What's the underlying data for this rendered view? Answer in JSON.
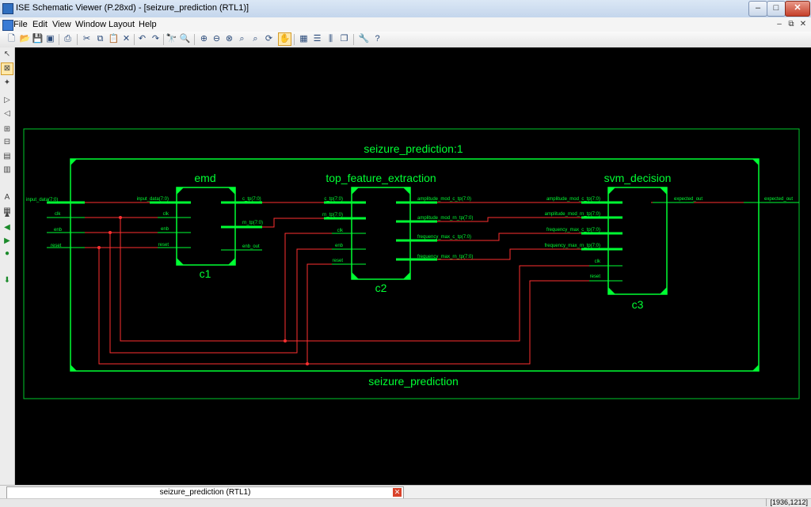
{
  "window": {
    "title": "ISE Schematic Viewer (P.28xd) - [seizure_prediction (RTL1)]",
    "minimize": "–",
    "maximize": "□",
    "close": "✕"
  },
  "menu": {
    "items": [
      "File",
      "Edit",
      "View",
      "Window",
      "Layout",
      "Help"
    ],
    "mdi_minimize": "–",
    "mdi_restore": "⧉",
    "mdi_close": "✕"
  },
  "toolbar_icons": [
    {
      "name": "new-icon",
      "glyph": "🗋"
    },
    {
      "name": "open-icon",
      "glyph": "📂"
    },
    {
      "name": "save-icon",
      "glyph": "💾"
    },
    {
      "name": "save-all-icon",
      "glyph": "▣"
    },
    {
      "name": "print-icon",
      "glyph": "⎙"
    },
    {
      "name": "cut-icon",
      "glyph": "✂"
    },
    {
      "name": "copy-icon",
      "glyph": "⧉"
    },
    {
      "name": "paste-icon",
      "glyph": "📋"
    },
    {
      "name": "delete-icon",
      "glyph": "✕"
    },
    {
      "name": "undo-icon",
      "glyph": "↶"
    },
    {
      "name": "redo-icon",
      "glyph": "↷"
    },
    {
      "name": "find-icon",
      "glyph": "🔭"
    },
    {
      "name": "find-next-icon",
      "glyph": "🔍"
    },
    {
      "name": "zoom-in-icon",
      "glyph": "⊕"
    },
    {
      "name": "zoom-out-icon",
      "glyph": "⊖"
    },
    {
      "name": "zoom-full-icon",
      "glyph": "⊗"
    },
    {
      "name": "zoom-area-icon",
      "glyph": "⌕"
    },
    {
      "name": "zoom-selection-icon",
      "glyph": "⌕"
    },
    {
      "name": "refresh-icon",
      "glyph": "⟳"
    },
    {
      "name": "pan-icon",
      "glyph": "✋"
    },
    {
      "name": "tile-icon",
      "glyph": "▦"
    },
    {
      "name": "tile-horizontal-icon",
      "glyph": "☰"
    },
    {
      "name": "tile-vertical-icon",
      "glyph": "⫼"
    },
    {
      "name": "cascade-icon",
      "glyph": "❐"
    },
    {
      "name": "tools-icon",
      "glyph": "🔧"
    },
    {
      "name": "help-icon",
      "glyph": "?"
    }
  ],
  "left_tools": [
    {
      "name": "select-icon",
      "glyph": "↖"
    },
    {
      "name": "net-select-icon",
      "glyph": "⊠"
    },
    {
      "name": "hierarchy-icon",
      "glyph": "✦"
    },
    {
      "name": "push-into-icon",
      "glyph": "▷"
    },
    {
      "name": "pop-out-icon",
      "glyph": "◁"
    },
    {
      "name": "add-instance-icon",
      "glyph": "⊞"
    },
    {
      "name": "add-pin-icon",
      "glyph": "⊟"
    },
    {
      "name": "delete-object-icon",
      "glyph": "▤"
    },
    {
      "name": "view-object-icon",
      "glyph": "▥"
    },
    {
      "name": "label-icon",
      "glyph": "A"
    },
    {
      "name": "property-icon",
      "glyph": "▦"
    },
    {
      "name": "move-up-icon",
      "glyph": "▲"
    },
    {
      "name": "back-icon",
      "glyph": "◀"
    },
    {
      "name": "forward-icon",
      "glyph": "▶"
    },
    {
      "name": "home-icon",
      "glyph": "●"
    },
    {
      "name": "export-icon",
      "glyph": "⬇"
    }
  ],
  "schematic": {
    "outer_title": "seizure_prediction:1",
    "outer_bottom": "seizure_prediction",
    "colors": {
      "block": "#00ff33",
      "net": "#ff3030",
      "bus": "#00ff33",
      "background": "#000000"
    },
    "top_ports_in": [
      "input_data(7:0)",
      "clk",
      "enb",
      "reset"
    ],
    "top_port_out": "expected_out",
    "blocks": [
      {
        "title": "emd",
        "instance": "c1",
        "inputs": [
          "input_data(7:0)",
          "clk",
          "enb",
          "reset"
        ],
        "outputs": [
          "c_tp(7:0)",
          "rn_tp(7:0)",
          "enb_out"
        ]
      },
      {
        "title": "top_feature_extraction",
        "instance": "c2",
        "inputs": [
          "c_tp(7:0)",
          "rn_tp(7:0)",
          "clk",
          "enb",
          "reset"
        ],
        "outputs": [
          "amplitude_mod_c_tp(7:0)",
          "amplitude_mod_rn_tp(7:0)",
          "frequency_max_c_tp(7:0)",
          "frequency_max_rn_tp(7:0)"
        ]
      },
      {
        "title": "svm_decision",
        "instance": "c3",
        "inputs": [
          "amplitude_mod_c_tp(7:0)",
          "amplitude_mod_rn_tp(7:0)",
          "frequency_max_c_tp(7:0)",
          "frequency_max_rn_tp(7:0)",
          "clk",
          "reset"
        ],
        "outputs": [
          "expected_out"
        ]
      }
    ]
  },
  "tab": {
    "label": "seizure_prediction (RTL1)",
    "close": "✕"
  },
  "status": {
    "coords": "[1936,1212]"
  }
}
